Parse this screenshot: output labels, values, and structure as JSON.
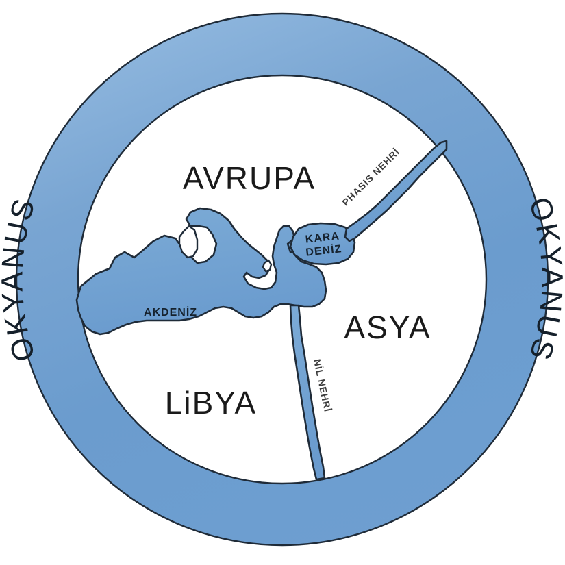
{
  "figure": {
    "kind": "ancient-world-map",
    "description": "Anaximander style circular world map with Turkish labels",
    "background_color": "#ffffff",
    "water_color": "#6e9fd1",
    "water_color_light": "#8cb6dc",
    "outline_color": "#1f2b38",
    "land_color": "#ffffff",
    "text_color": "#1a1a1a"
  },
  "ocean_ring": {
    "left_label": "OKYANUS",
    "right_label": "OKYANUS"
  },
  "continents": [
    {
      "id": "avrupa",
      "label": "AVRUPA"
    },
    {
      "id": "asya",
      "label": "ASYA"
    },
    {
      "id": "libya",
      "label": "LiBYA"
    }
  ],
  "seas": [
    {
      "id": "akdeniz",
      "label": "AKDENİZ"
    },
    {
      "id": "karadeniz",
      "label_line1": "KARA",
      "label_line2": "DENİZ"
    }
  ],
  "rivers": [
    {
      "id": "phasis",
      "label": "PHASIS NEHRİ"
    },
    {
      "id": "nil",
      "label": "NİL NEHRİ"
    }
  ]
}
